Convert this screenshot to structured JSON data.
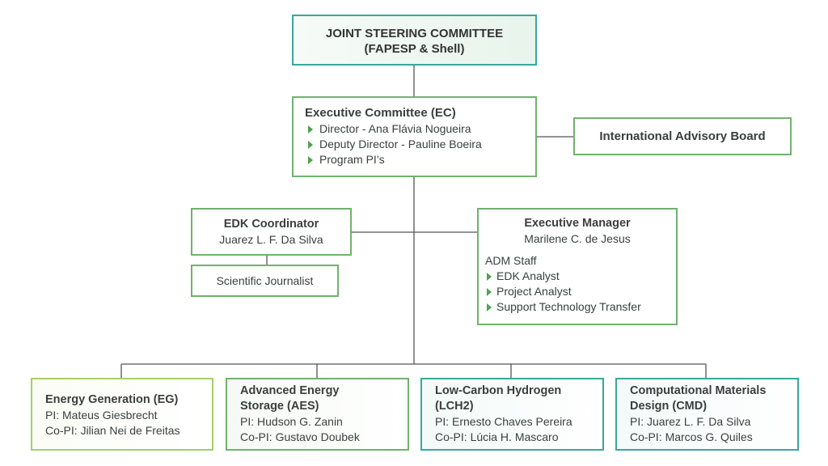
{
  "joint_steering": {
    "line1": "JOINT STEERING COMMITTEE",
    "line2": "(FAPESP & Shell)"
  },
  "executive_committee": {
    "title": "Executive Committee (EC)",
    "items": [
      "Director - Ana Flávia Nogueira",
      "Deputy Director - Pauline Boeira",
      "Program PI’s"
    ]
  },
  "advisory_board": {
    "title": "International Advisory Board"
  },
  "edk_coordinator": {
    "title": "EDK Coordinator",
    "name": "Juarez L. F. Da Silva"
  },
  "scientific_journalist": {
    "title": "Scientific Journalist"
  },
  "executive_manager": {
    "title": "Executive Manager",
    "name": "Marilene C. de Jesus",
    "staff_label": "ADM Staff",
    "staff": [
      "EDK Analyst",
      "Project Analyst",
      "Support Technology Transfer"
    ]
  },
  "areas": [
    {
      "title_line1": "Energy Generation (EG)",
      "pi": "PI: Mateus Giesbrecht",
      "copi": "Co-PI: Jilian Nei de Freitas"
    },
    {
      "title_line1": "Advanced Energy",
      "title_line2": "Storage (AES)",
      "pi": "PI: Hudson G. Zanin",
      "copi": "Co-PI: Gustavo Doubek"
    },
    {
      "title_line1": "Low-Carbon Hydrogen",
      "title_line2": "(LCH2)",
      "pi": "PI: Ernesto Chaves Pereira",
      "copi": "Co-PI: Lúcia H. Mascaro"
    },
    {
      "title_line1": "Computational Materials",
      "title_line2": "Design (CMD)",
      "pi": "PI: Juarez L. F. Da Silva",
      "copi": "Co-PI: Marcos G. Quiles"
    }
  ],
  "colors": {
    "green_border": "#6fb26d",
    "teal_border": "#3aa79c",
    "light_green_border": "#a7cf66",
    "connector": "#555555"
  }
}
